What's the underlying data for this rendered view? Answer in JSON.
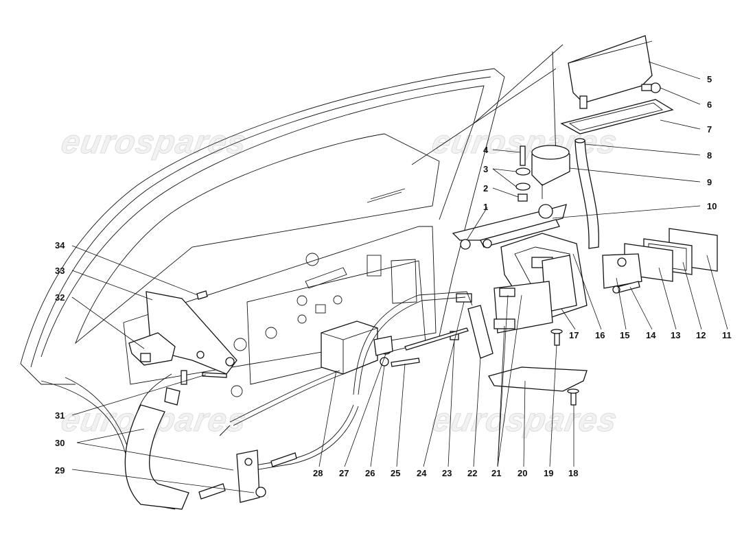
{
  "diagram": {
    "watermark": "eurospares",
    "callouts": [
      "1",
      "2",
      "3",
      "4",
      "5",
      "6",
      "7",
      "8",
      "9",
      "10",
      "11",
      "12",
      "13",
      "14",
      "15",
      "16",
      "17",
      "18",
      "19",
      "20",
      "21",
      "22",
      "23",
      "24",
      "25",
      "26",
      "27",
      "28",
      "29",
      "30",
      "31",
      "32",
      "33",
      "34"
    ]
  }
}
